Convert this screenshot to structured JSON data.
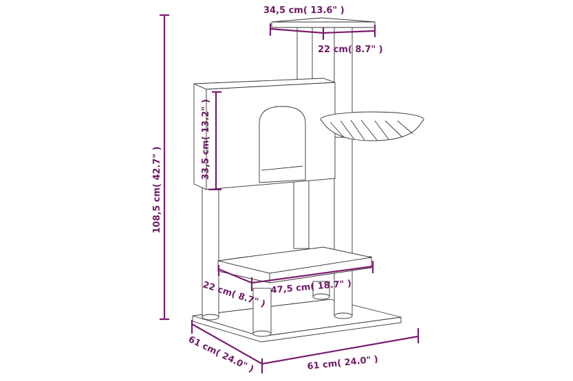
{
  "diagram": {
    "subject": "Cat tree with condo, basket and platforms",
    "dimension_color": "#7a1c6e",
    "dimensions": {
      "top_width": "34,5 cm( 13.6\"   )",
      "top_depth": "22 cm( 8.7\"   )",
      "total_height": "108,5 cm( 42.7\"   )",
      "condo_height": "33,5 cm( 13.2\"   )",
      "platform_depth": "22 cm( 8.7\"   )",
      "platform_width": "47,5 cm( 18.7\"   )",
      "base_depth": "61 cm( 24.0\"   )",
      "base_width": "61 cm( 24.0\"   )"
    }
  }
}
